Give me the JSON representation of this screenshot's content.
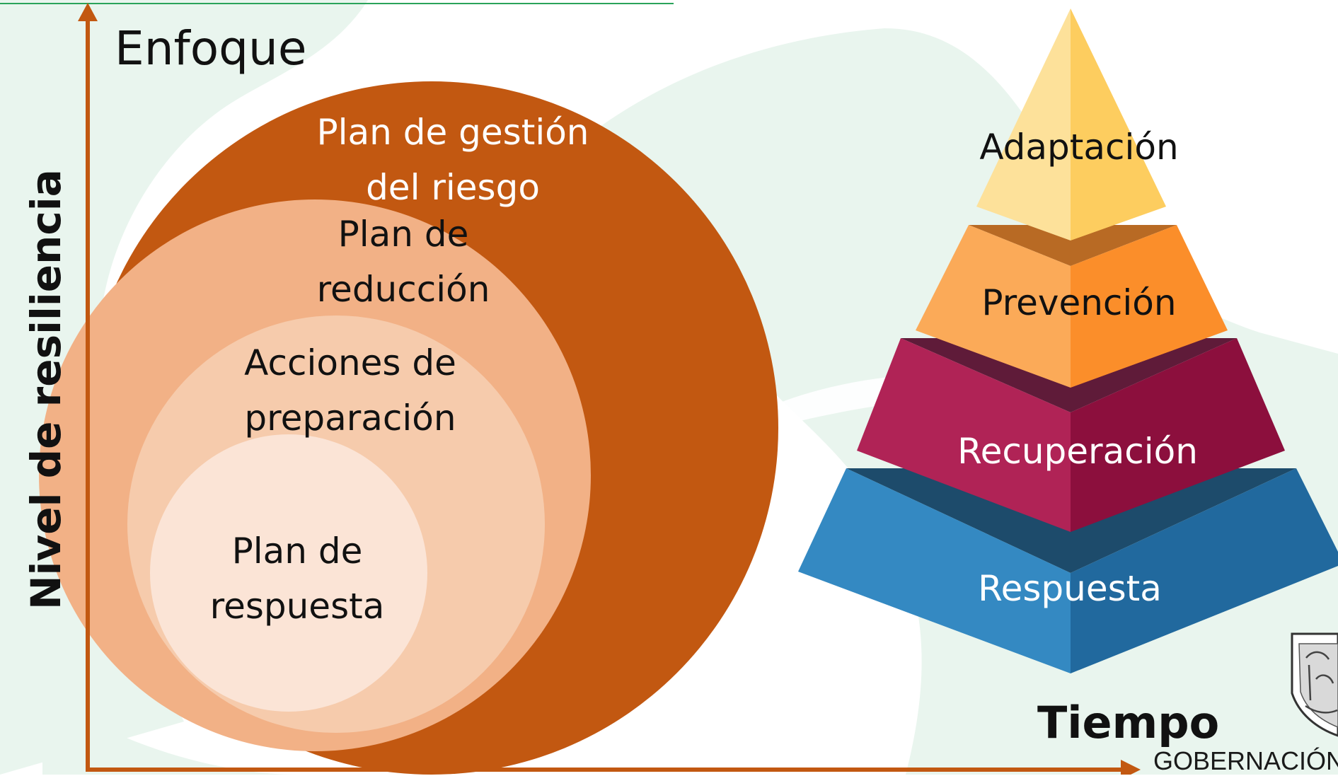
{
  "title": "Enfoque",
  "axes": {
    "y_label": "Nivel de resiliencia",
    "x_label": "Tiempo"
  },
  "circles": [
    {
      "label_line1": "Plan de gestión",
      "label_line2": "del riesgo",
      "color": "#c25811"
    },
    {
      "label_line1": "Plan de",
      "label_line2": "reducción",
      "color": "#f2b186"
    },
    {
      "label_line1": "Acciones de",
      "label_line2": "preparación",
      "color": "#f6cbac"
    },
    {
      "label_line1": "Plan de",
      "label_line2": "respuesta",
      "color": "#fbe4d6"
    }
  ],
  "pyramid": [
    {
      "label": "Adaptación",
      "light": "#fde19a",
      "dark": "#fdcd5f",
      "text_color": "#111111"
    },
    {
      "label": "Prevención",
      "light": "#fbaa58",
      "dark": "#fb8e2a",
      "text_color": "#111111"
    },
    {
      "label": "Recuperación",
      "light": "#b02356",
      "dark": "#8c0f3d",
      "text_color": "#ffffff"
    },
    {
      "label": "Respuesta",
      "light": "#3489c2",
      "dark": "#21699e",
      "text_color": "#ffffff"
    }
  ],
  "logo": {
    "text": "GOBERNACIÓN"
  },
  "colors": {
    "axis": "#c25811",
    "background_wave": "#e9f5ee",
    "top_rule": "#2aa35a"
  }
}
